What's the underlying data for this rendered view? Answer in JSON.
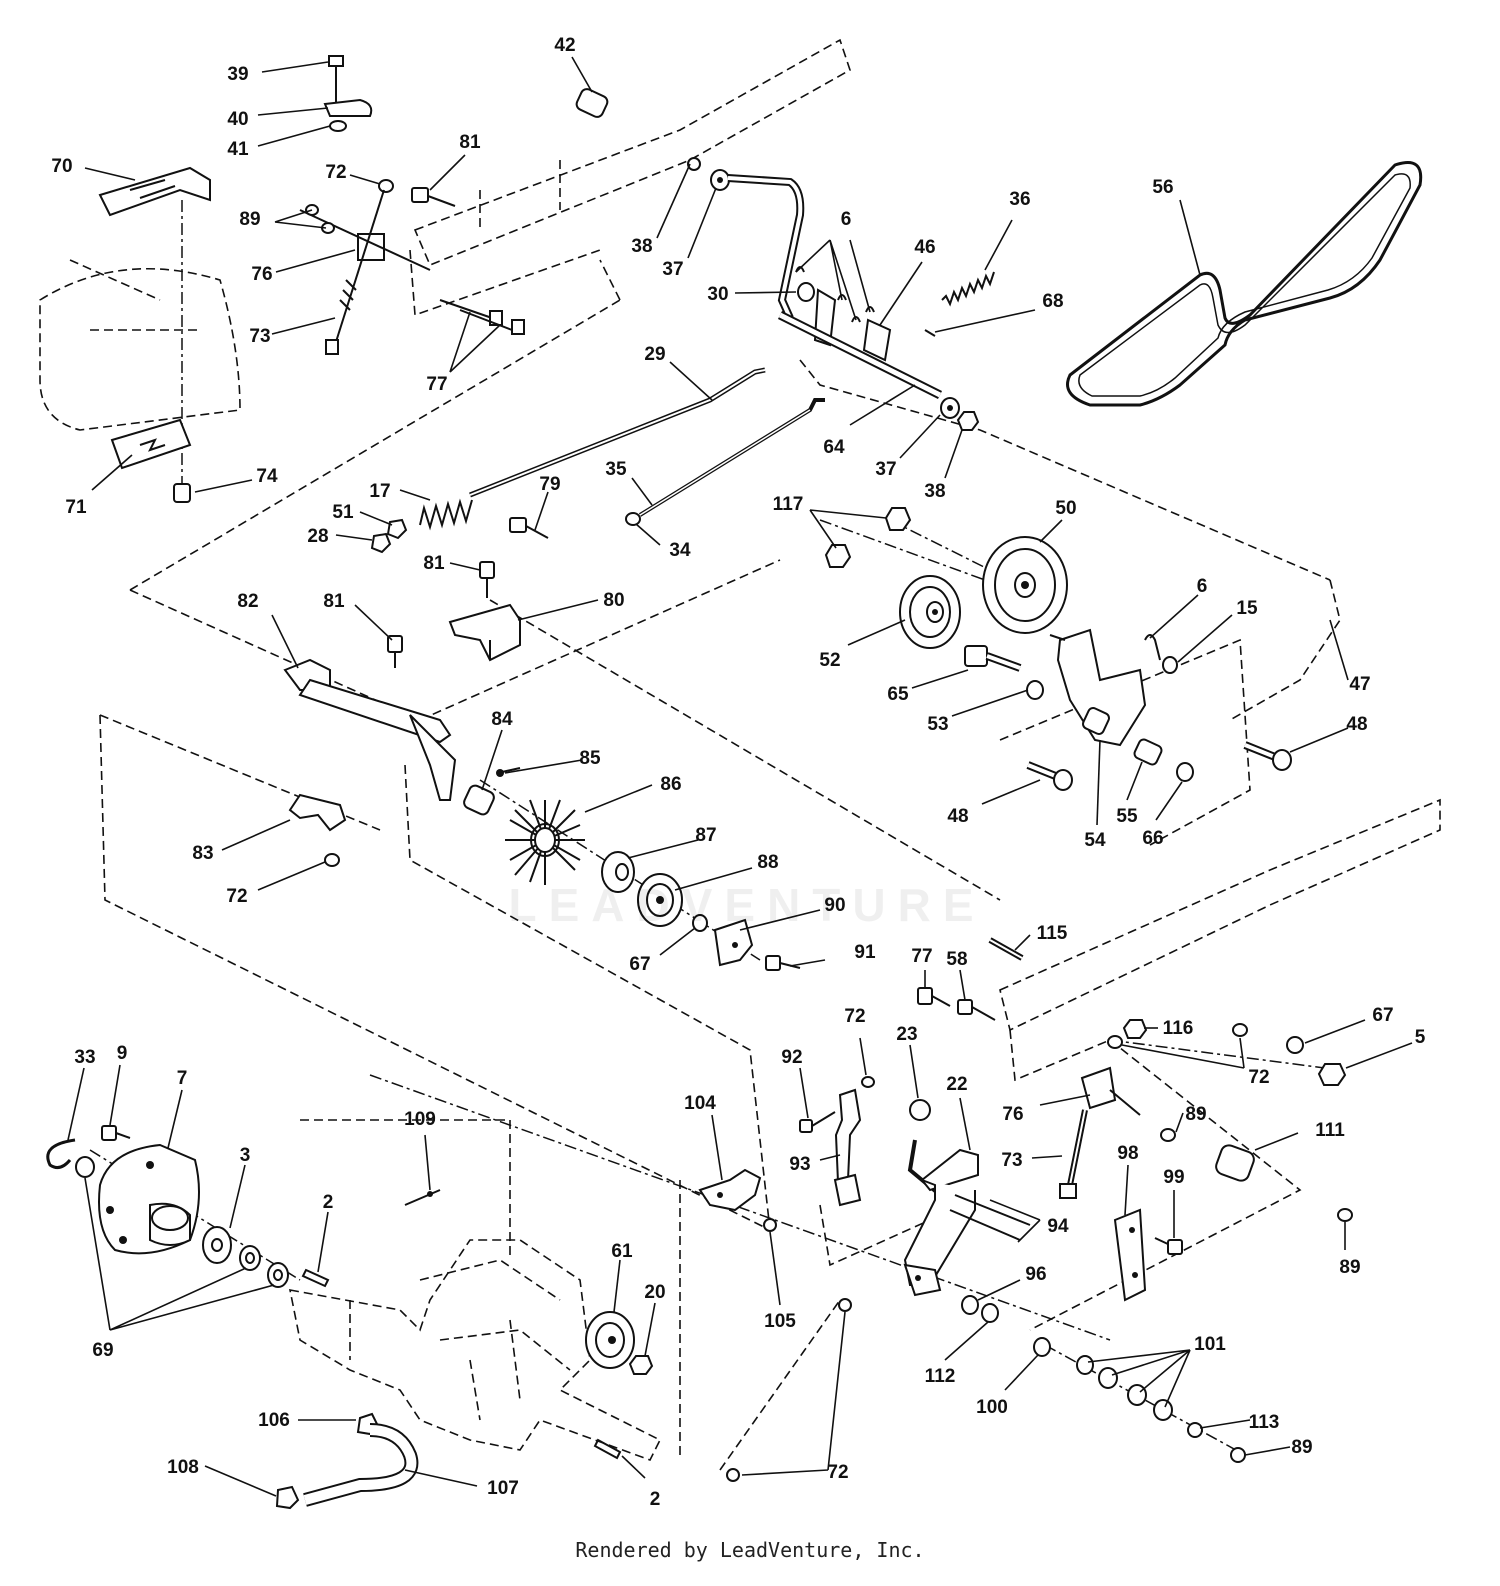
{
  "diagram": {
    "callouts": [
      {
        "id": "c42a",
        "text": "42"
      },
      {
        "id": "c39",
        "text": "39"
      },
      {
        "id": "c40",
        "text": "40"
      },
      {
        "id": "c41",
        "text": "41"
      },
      {
        "id": "c70",
        "text": "70"
      },
      {
        "id": "c72a",
        "text": "72"
      },
      {
        "id": "c81a",
        "text": "81"
      },
      {
        "id": "c89a",
        "text": "89"
      },
      {
        "id": "c76a",
        "text": "76"
      },
      {
        "id": "c73a",
        "text": "73"
      },
      {
        "id": "c77a",
        "text": "77"
      },
      {
        "id": "c38a",
        "text": "38"
      },
      {
        "id": "c37a",
        "text": "37"
      },
      {
        "id": "c6a",
        "text": "6"
      },
      {
        "id": "c46",
        "text": "46"
      },
      {
        "id": "c36",
        "text": "36"
      },
      {
        "id": "c30",
        "text": "30"
      },
      {
        "id": "c68",
        "text": "68"
      },
      {
        "id": "c56",
        "text": "56"
      },
      {
        "id": "c29",
        "text": "29"
      },
      {
        "id": "c64",
        "text": "64"
      },
      {
        "id": "c37b",
        "text": "37"
      },
      {
        "id": "c38b",
        "text": "38"
      },
      {
        "id": "c71",
        "text": "71"
      },
      {
        "id": "c74",
        "text": "74"
      },
      {
        "id": "c17",
        "text": "17"
      },
      {
        "id": "c51",
        "text": "51"
      },
      {
        "id": "c28",
        "text": "28"
      },
      {
        "id": "c79",
        "text": "79"
      },
      {
        "id": "c35",
        "text": "35"
      },
      {
        "id": "c34",
        "text": "34"
      },
      {
        "id": "c117",
        "text": "117"
      },
      {
        "id": "c50",
        "text": "50"
      },
      {
        "id": "c81b",
        "text": "81"
      },
      {
        "id": "c82",
        "text": "82"
      },
      {
        "id": "c81c",
        "text": "81"
      },
      {
        "id": "c80",
        "text": "80"
      },
      {
        "id": "c6b",
        "text": "6"
      },
      {
        "id": "c15",
        "text": "15"
      },
      {
        "id": "c52",
        "text": "52"
      },
      {
        "id": "c65",
        "text": "65"
      },
      {
        "id": "c47",
        "text": "47"
      },
      {
        "id": "c53",
        "text": "53"
      },
      {
        "id": "c48a",
        "text": "48"
      },
      {
        "id": "c84",
        "text": "84"
      },
      {
        "id": "c85",
        "text": "85"
      },
      {
        "id": "c86",
        "text": "86"
      },
      {
        "id": "c48b",
        "text": "48"
      },
      {
        "id": "c55",
        "text": "55"
      },
      {
        "id": "c54",
        "text": "54"
      },
      {
        "id": "c66",
        "text": "66"
      },
      {
        "id": "c83",
        "text": "83"
      },
      {
        "id": "c87",
        "text": "87"
      },
      {
        "id": "c72b",
        "text": "72"
      },
      {
        "id": "c88",
        "text": "88"
      },
      {
        "id": "c90",
        "text": "90"
      },
      {
        "id": "c67a",
        "text": "67"
      },
      {
        "id": "c91",
        "text": "91"
      },
      {
        "id": "c115",
        "text": "115"
      },
      {
        "id": "c77b",
        "text": "77"
      },
      {
        "id": "c58",
        "text": "58"
      },
      {
        "id": "c116",
        "text": "116"
      },
      {
        "id": "c67b",
        "text": "67"
      },
      {
        "id": "c5",
        "text": "5"
      },
      {
        "id": "c72c",
        "text": "72"
      },
      {
        "id": "c33",
        "text": "33"
      },
      {
        "id": "c9",
        "text": "9"
      },
      {
        "id": "c7",
        "text": "7"
      },
      {
        "id": "c92",
        "text": "92"
      },
      {
        "id": "c72d",
        "text": "72"
      },
      {
        "id": "c23",
        "text": "23"
      },
      {
        "id": "c22",
        "text": "22"
      },
      {
        "id": "c104",
        "text": "104"
      },
      {
        "id": "c76b",
        "text": "76"
      },
      {
        "id": "c89b",
        "text": "89"
      },
      {
        "id": "c111",
        "text": "111"
      },
      {
        "id": "c109",
        "text": "109"
      },
      {
        "id": "c3",
        "text": "3"
      },
      {
        "id": "c93",
        "text": "93"
      },
      {
        "id": "c73b",
        "text": "73"
      },
      {
        "id": "c98",
        "text": "98"
      },
      {
        "id": "c99",
        "text": "99"
      },
      {
        "id": "c2a",
        "text": "2"
      },
      {
        "id": "c94",
        "text": "94"
      },
      {
        "id": "c61",
        "text": "61"
      },
      {
        "id": "c20",
        "text": "20"
      },
      {
        "id": "c89c",
        "text": "89"
      },
      {
        "id": "c96",
        "text": "96"
      },
      {
        "id": "c105",
        "text": "105"
      },
      {
        "id": "c69",
        "text": "69"
      },
      {
        "id": "c101",
        "text": "101"
      },
      {
        "id": "c112",
        "text": "112"
      },
      {
        "id": "c100",
        "text": "100"
      },
      {
        "id": "c106",
        "text": "106"
      },
      {
        "id": "c113",
        "text": "113"
      },
      {
        "id": "c89d",
        "text": "89"
      },
      {
        "id": "c108",
        "text": "108"
      },
      {
        "id": "c107",
        "text": "107"
      },
      {
        "id": "c2b",
        "text": "2"
      },
      {
        "id": "c72e",
        "text": "72"
      }
    ]
  },
  "watermark": "LEADVENTURE",
  "footer": "Rendered by LeadVenture, Inc."
}
